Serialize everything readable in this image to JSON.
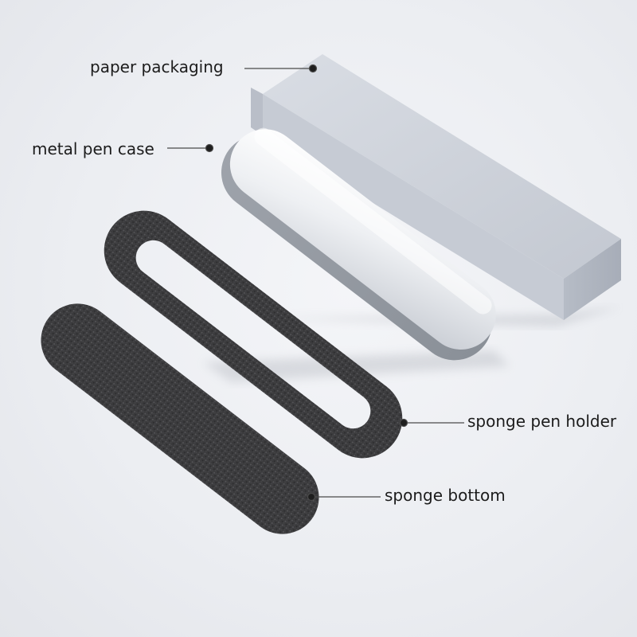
{
  "callouts": {
    "paper_packaging": "paper packaging",
    "metal_pen_case": "metal pen case",
    "sponge_pen_holder": "sponge pen holder",
    "sponge_bottom": "sponge bottom"
  },
  "colors": {
    "background": "#eceef2",
    "packaging": "#c8cdd6",
    "metal_case": "#dfe2e8",
    "sponge": "#3a3a3c",
    "callout_line": "#4a4a4a",
    "label_text": "#1c1c1c"
  }
}
